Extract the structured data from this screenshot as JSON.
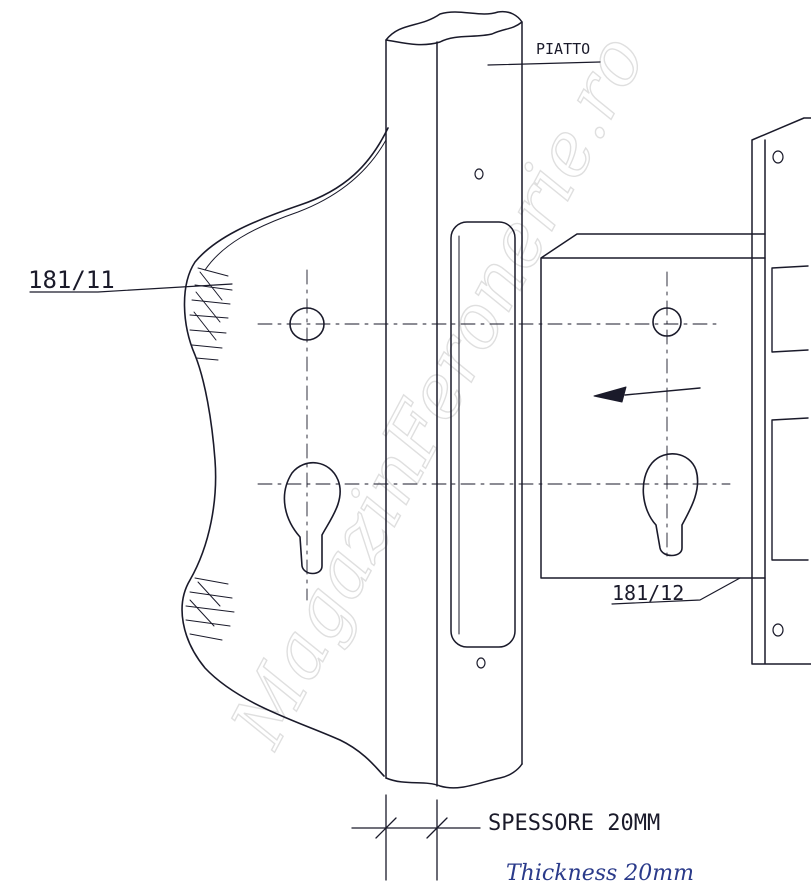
{
  "labels": {
    "piatto": "PIATTO",
    "handle_left_code": "181/11",
    "lock_body_code": "181/12",
    "thickness_it": "SPESSORE 20MM",
    "thickness_en": "Thickness 20mm"
  },
  "watermark": {
    "text": "MagazinFeronerie.ro"
  },
  "colors": {
    "ink": "#1a1a2a",
    "blue_ink": "#2a3a8a",
    "watermark": "#d8d8d8"
  },
  "icons": {
    "arrow": "left-arrow-icon"
  }
}
